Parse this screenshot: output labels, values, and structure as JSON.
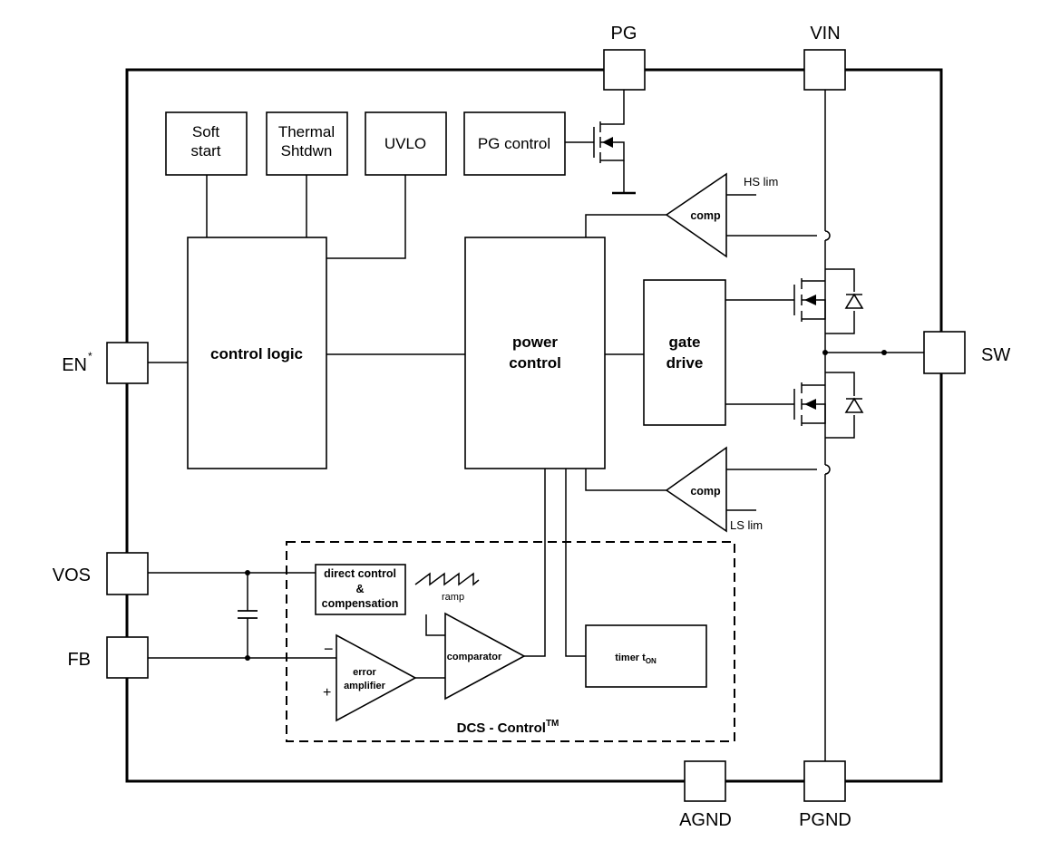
{
  "pins": {
    "pg": "PG",
    "vin": "VIN",
    "en": "EN",
    "en_mark": "*",
    "sw": "SW",
    "vos": "VOS",
    "fb": "FB",
    "agnd": "AGND",
    "pgnd": "PGND"
  },
  "blocks": {
    "soft_start": [
      "Soft",
      "start"
    ],
    "thermal_shutdown": [
      "Thermal",
      "Shtdwn"
    ],
    "uvlo": "UVLO",
    "pg_control": "PG control",
    "control_logic": "control logic",
    "power_control": [
      "power",
      "control"
    ],
    "gate_drive": [
      "gate",
      "drive"
    ],
    "direct_control": [
      "direct control",
      "&",
      "compensation"
    ],
    "error_amplifier": [
      "error",
      "amplifier"
    ],
    "comparator": "comparator",
    "timer": "timer t",
    "timer_sub": "ON"
  },
  "comparators": {
    "high_side": "comp",
    "low_side": "comp",
    "hs_limit": "HS lim",
    "ls_limit": "LS lim"
  },
  "dcs": {
    "label": "DCS - Control",
    "mark": "TM",
    "ramp": "ramp",
    "minus": "−",
    "plus": "+"
  }
}
